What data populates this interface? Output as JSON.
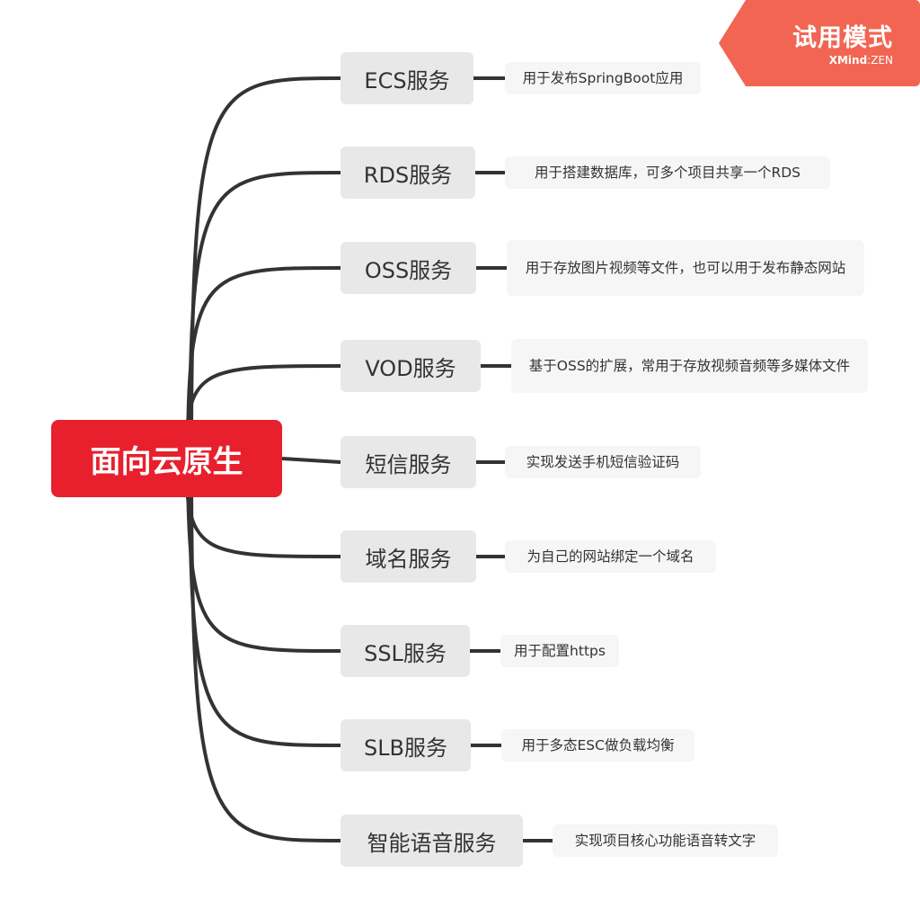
{
  "root": {
    "label": "面向云原生",
    "color": "#e8202d"
  },
  "badge": {
    "title": "试用模式",
    "brand_bold": "XMind",
    "brand_sep": ":",
    "brand_light": "ZEN",
    "color": "#f26552"
  },
  "branches": [
    {
      "label": "ECS服务",
      "note": "用于发布SpringBoot应用"
    },
    {
      "label": "RDS服务",
      "note": "用于搭建数据库，可多个项目共享一个RDS"
    },
    {
      "label": "OSS服务",
      "note": "用于存放图片视频等文件，也可以用于发布静态网站"
    },
    {
      "label": "VOD服务",
      "note": "基于OSS的扩展，常用于存放视频音频等多媒体文件"
    },
    {
      "label": "短信服务",
      "note": "实现发送手机短信验证码"
    },
    {
      "label": "域名服务",
      "note": "为自己的网站绑定一个域名"
    },
    {
      "label": "SSL服务",
      "note": "用于配置https"
    },
    {
      "label": "SLB服务",
      "note": "用于多态ESC做负载均衡"
    },
    {
      "label": "智能语音服务",
      "note": "实现项目核心功能语音转文字"
    }
  ]
}
